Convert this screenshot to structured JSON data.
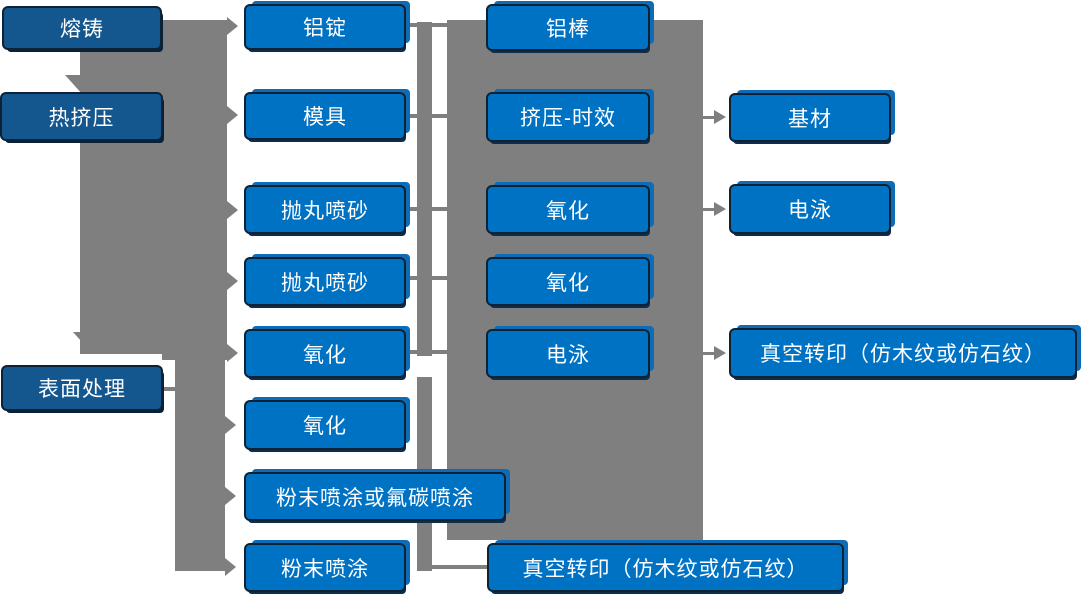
{
  "colors": {
    "node_fill": "#0072C4",
    "node_fill_dark": "#14568E",
    "node_border": "#0D2235",
    "connector_gray": "#7F7F7F",
    "text": "#FFFFFF",
    "background": "#FFFFFF"
  },
  "nodes": {
    "melting_casting": {
      "label": "熔铸"
    },
    "hot_extrusion": {
      "label": "热挤压"
    },
    "surface_treatment": {
      "label": "表面处理"
    },
    "aluminum_ingot": {
      "label": "铝锭"
    },
    "mold": {
      "label": "模具"
    },
    "shot_blasting_1": {
      "label": "抛丸喷砂"
    },
    "shot_blasting_2": {
      "label": "抛丸喷砂"
    },
    "oxidation_1": {
      "label": "氧化"
    },
    "oxidation_2": {
      "label": "氧化"
    },
    "powder_or_fluorocarbon_coating": {
      "label": "粉末喷涂或氟碳喷涂"
    },
    "powder_coating": {
      "label": "粉末喷涂"
    },
    "aluminum_rod": {
      "label": "铝棒"
    },
    "extrusion_aging": {
      "label": "挤压-时效"
    },
    "oxidation_3": {
      "label": "氧化"
    },
    "oxidation_4": {
      "label": "氧化"
    },
    "electrophoresis_1": {
      "label": "电泳"
    },
    "vacuum_transfer_1": {
      "label": "真空转印（仿木纹或仿石纹）"
    },
    "substrate": {
      "label": "基材"
    },
    "electrophoresis_2": {
      "label": "电泳"
    },
    "vacuum_transfer_2": {
      "label": "真空转印（仿木纹或仿石纹）"
    }
  },
  "edges": [
    {
      "from": "melting_casting",
      "to": "hot_extrusion"
    },
    {
      "from": "hot_extrusion",
      "to": "surface_treatment"
    },
    {
      "from": "melting_casting",
      "to": "aluminum_ingot"
    },
    {
      "from": "hot_extrusion",
      "to": "mold"
    },
    {
      "from": "hot_extrusion",
      "to": "shot_blasting_1"
    },
    {
      "from": "hot_extrusion",
      "to": "shot_blasting_2"
    },
    {
      "from": "hot_extrusion",
      "to": "oxidation_1"
    },
    {
      "from": "surface_treatment",
      "to": "oxidation_2"
    },
    {
      "from": "surface_treatment",
      "to": "powder_or_fluorocarbon_coating"
    },
    {
      "from": "surface_treatment",
      "to": "powder_coating"
    },
    {
      "from": "aluminum_ingot",
      "to": "aluminum_rod"
    },
    {
      "from": "mold",
      "to": "extrusion_aging"
    },
    {
      "from": "shot_blasting_1",
      "to": "oxidation_3"
    },
    {
      "from": "shot_blasting_2",
      "to": "oxidation_4"
    },
    {
      "from": "oxidation_1",
      "to": "electrophoresis_1"
    },
    {
      "from": "powder_coating",
      "to": "vacuum_transfer_1"
    },
    {
      "from": "extrusion_aging",
      "to": "substrate"
    },
    {
      "from": "oxidation_3",
      "to": "electrophoresis_2"
    },
    {
      "from": "electrophoresis_1",
      "to": "vacuum_transfer_2"
    }
  ]
}
